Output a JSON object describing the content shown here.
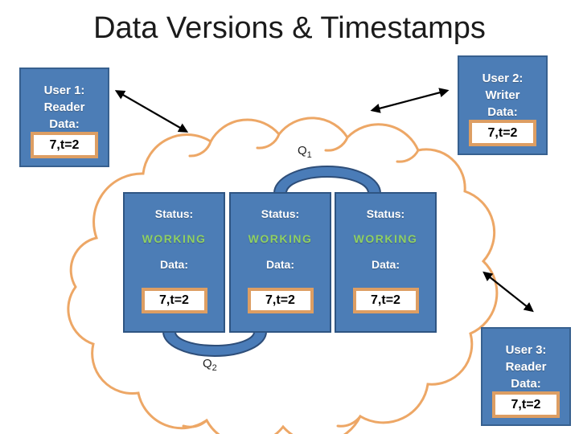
{
  "title": "Data Versions & Timestamps",
  "users": [
    {
      "name_line": "User 1:",
      "role_line": "Reader",
      "data_label": "Data:",
      "value": "7,t=2"
    },
    {
      "name_line": "User 2:",
      "role_line": "Writer",
      "data_label": "Data:",
      "value": "7,t=2"
    },
    {
      "name_line": "User 3:",
      "role_line": "Reader",
      "data_label": "Data:",
      "value": "7,t=2"
    }
  ],
  "nodes": [
    {
      "status_label": "Status:",
      "status_value": "WORKING",
      "data_label": "Data:",
      "value": "7,t=2"
    },
    {
      "status_label": "Status:",
      "status_value": "WORKING",
      "data_label": "Data:",
      "value": "7,t=2"
    },
    {
      "status_label": "Status:",
      "status_value": "WORKING",
      "data_label": "Data:",
      "value": "7,t=2"
    }
  ],
  "queues": [
    {
      "label": "Q",
      "sub": "1"
    },
    {
      "label": "Q",
      "sub": "2"
    }
  ],
  "colors": {
    "box_blue": "#4C7DB6",
    "box_border_dark_blue": "#2F5582",
    "user_box_border": "#37608F",
    "value_border_orange": "#DD9E63",
    "cloud_orange": "#EDA766",
    "working_green": "#8FD064",
    "arrow_black": "#000000",
    "title_black": "#1b1b1b"
  }
}
